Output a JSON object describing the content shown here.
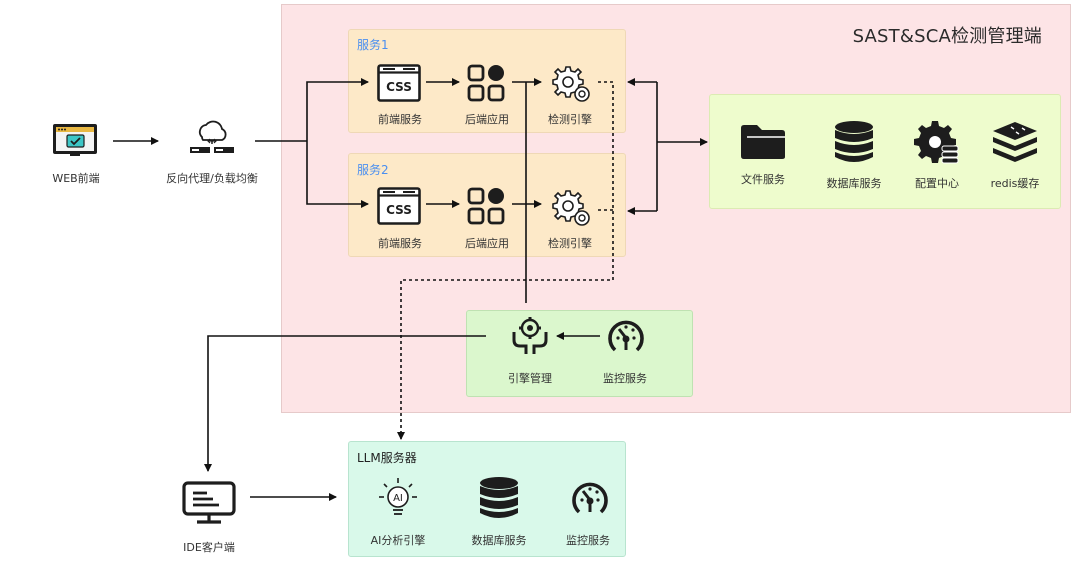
{
  "title": "SAST&SCA检测管理端",
  "left": {
    "web_frontend": "WEB前端",
    "reverse_proxy": "反向代理/负载均衡",
    "ide_client": "IDE客户端"
  },
  "service1": {
    "title": "服务1",
    "frontend": "前端服务",
    "backend": "后端应用",
    "engine": "检测引擎",
    "css_text": "CSS"
  },
  "service2": {
    "title": "服务2",
    "frontend": "前端服务",
    "backend": "后端应用",
    "engine": "检测引擎",
    "css_text": "CSS"
  },
  "storage": {
    "file_service": "文件服务",
    "database_service": "数据库服务",
    "config_center": "配置中心",
    "redis_cache": "redis缓存"
  },
  "engine_mgmt": {
    "engine_management": "引擎管理",
    "monitor_service": "监控服务"
  },
  "llm": {
    "title": "LLM服务器",
    "ai_engine": "AI分析引擎",
    "ai_badge": "AI",
    "database_service": "数据库服务",
    "monitor_service": "监控服务"
  },
  "colors": {
    "main_region": "#fde4e6",
    "service_box": "#fde9c8",
    "storage_box": "#eefccd",
    "engine_box": "#dbf7cd",
    "llm_box": "#d9f9ea",
    "title_blue": "#4a8ff0",
    "line": "#111111"
  },
  "icons": {
    "web_frontend": "monitor-check-icon",
    "reverse_proxy": "cloud-load-balancer-icon",
    "frontend": "css-window-icon",
    "backend": "app-grid-icon",
    "engine": "gears-icon",
    "file_service": "folder-icon",
    "database": "database-icon",
    "config_center": "config-gear-database-icon",
    "redis": "redis-icon",
    "engine_management": "engine-management-icon",
    "monitor": "gauge-icon",
    "ai_engine": "ai-bulb-icon",
    "ide_client": "monitor-code-icon"
  }
}
